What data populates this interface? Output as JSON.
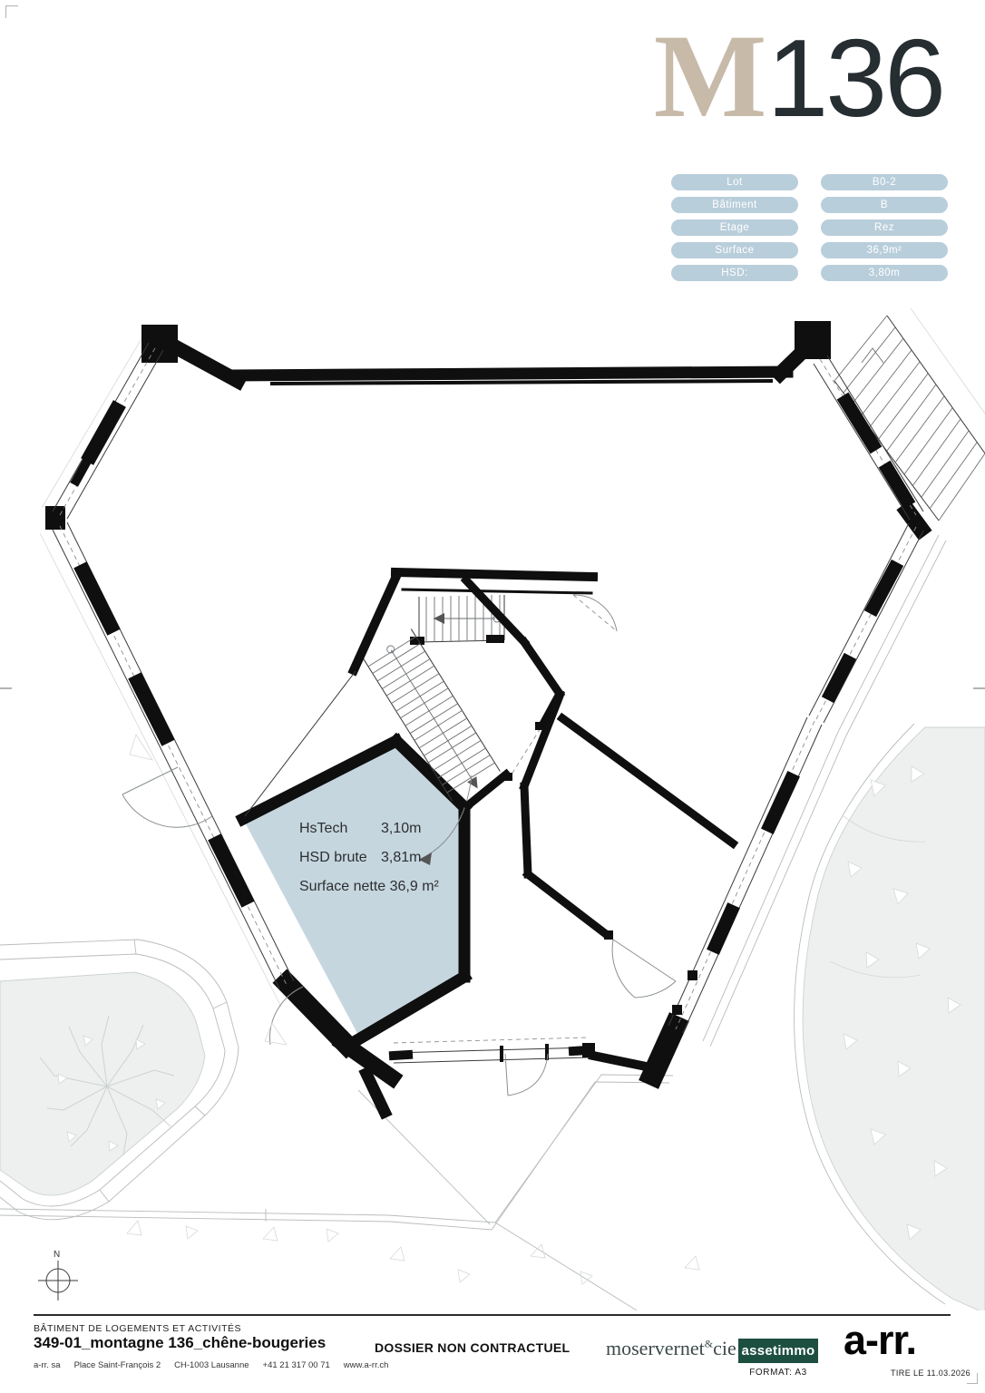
{
  "logo": {
    "m": "M",
    "number": "136"
  },
  "colors": {
    "logo_beige": "#c7baa9",
    "logo_dark": "#262e32",
    "pill_blue": "#b9cedb",
    "room_blue": "#c6d6df",
    "assetimmo_green": "#1d4f41"
  },
  "info_table": {
    "rows": [
      {
        "label": "Lot",
        "value": "B0-2"
      },
      {
        "label": "Bâtiment",
        "value": "B"
      },
      {
        "label": "Etage",
        "value": "Rez"
      },
      {
        "label": "Surface",
        "value": "36,9m²"
      },
      {
        "label": "HSD:",
        "value": "3,80m"
      }
    ]
  },
  "plan": {
    "north_label": "N",
    "room": {
      "fill": "#c6d6df",
      "rows": [
        {
          "label": "HsTech",
          "value": "3,10m"
        },
        {
          "label": "HSD brute",
          "value": "3,81m"
        }
      ],
      "surface": "Surface nette 36,9 m²"
    }
  },
  "footer": {
    "building_type": "BÂTIMENT DE LOGEMENTS ET ACTIVITÉS",
    "project": "349-01_montagne 136_chêne-bougeries",
    "address_parts": [
      "a-rr. sa",
      "Place Saint-François 2",
      "CH-1003 Lausanne",
      "+41 21 317 00 71",
      "www.a-rr.ch"
    ],
    "disclaimer": "DOSSIER NON CONTRACTUEL",
    "brand_moser_pre": "moservernet",
    "brand_moser_amp": "&",
    "brand_moser_post": "cie",
    "brand_assetimmo": "assetimmo",
    "brand_arr": "a-rr.",
    "format": "FORMAT: A3",
    "print_date": "TIRE LE 11.03.2026"
  }
}
